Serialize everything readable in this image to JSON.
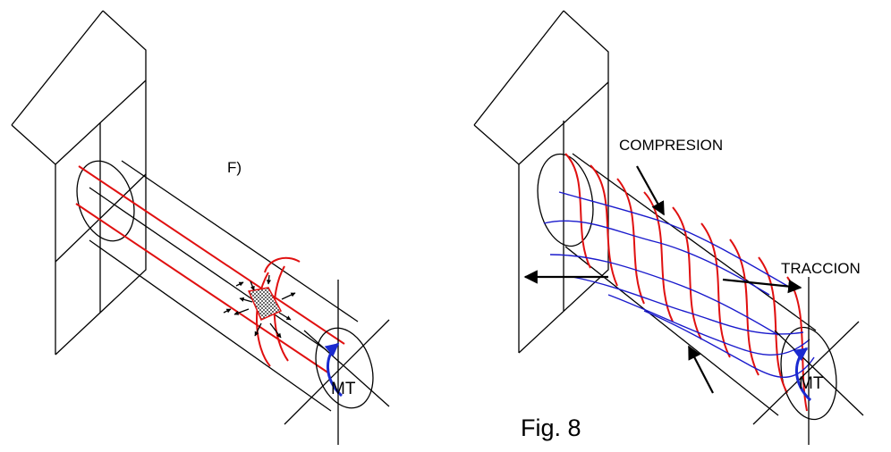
{
  "figure": {
    "panel_left_label": "F)",
    "caption": "Fig. 8",
    "left_torque_label": "MT",
    "right_torque_label": "MT",
    "compression_label": "COMPRESION",
    "traction_label": "TRACCION"
  },
  "colors": {
    "outline": "#000000",
    "red_lines": "#e01010",
    "blue_lines": "#1a1acc",
    "torque_arrow": "#1a2ad0",
    "background": "#ffffff"
  }
}
